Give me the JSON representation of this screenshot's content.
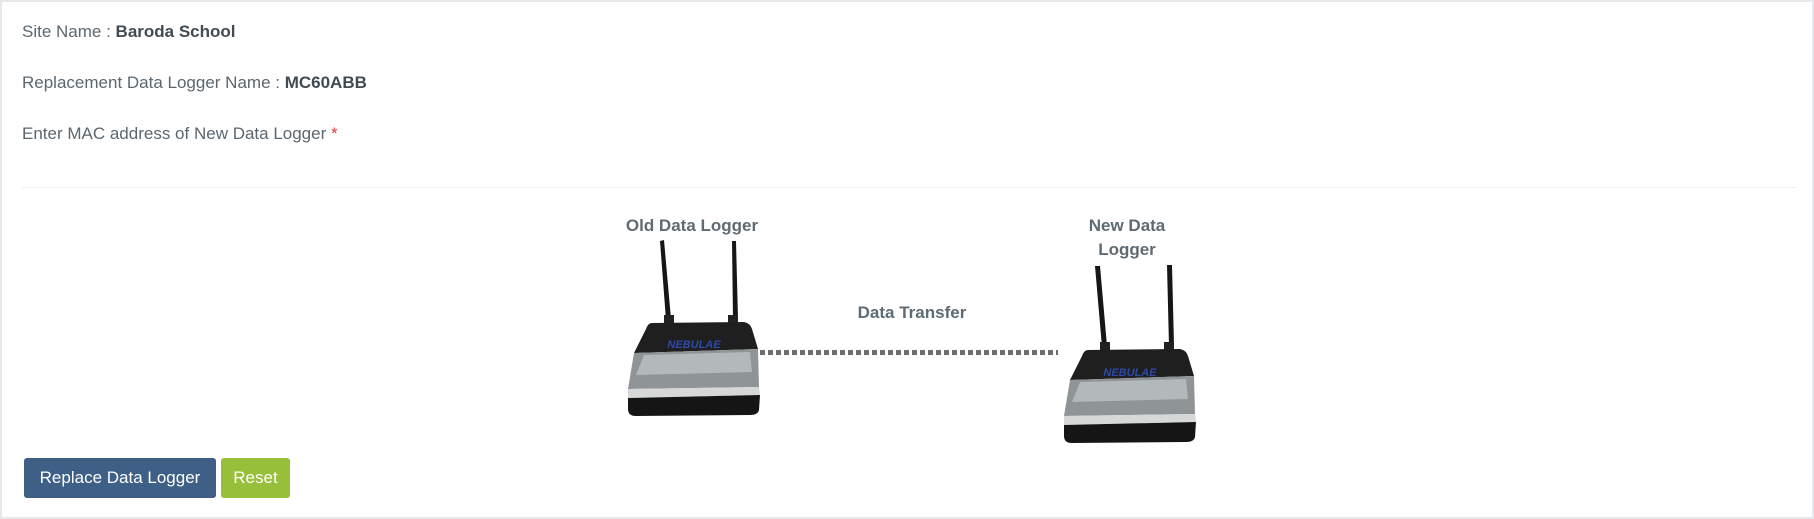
{
  "form": {
    "site_name_label": "Site Name : ",
    "site_name_value": "Baroda School",
    "replacement_label": "Replacement Data Logger Name : ",
    "replacement_value": "MC60ABB",
    "mac_label": "Enter MAC address of New Data Logger ",
    "required_mark": "*"
  },
  "diagram": {
    "old_label": "Old Data Logger",
    "new_label_line1": "New Data",
    "new_label_line2": "Logger",
    "transfer_label": "Data Transfer",
    "device_brand": "NEBULAE"
  },
  "actions": {
    "replace_label": "Replace Data Logger",
    "reset_label": "Reset"
  },
  "colors": {
    "primary_button": "#3e5f86",
    "reset_button": "#97bf3a",
    "required": "#e5383b"
  }
}
